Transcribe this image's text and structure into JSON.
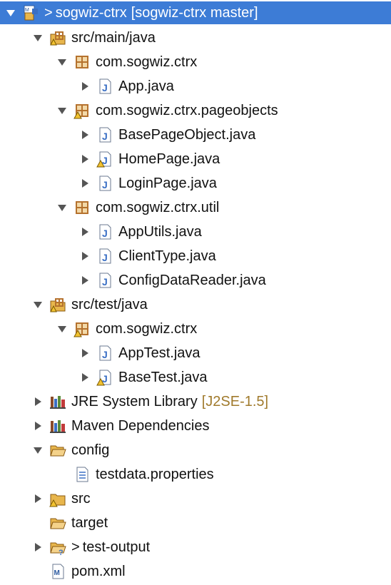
{
  "tree": {
    "project": {
      "prefix": ">",
      "label": "sogwiz-ctrx",
      "decor": "[sogwiz-ctrx master]"
    },
    "src_main_java": {
      "label": "src/main/java"
    },
    "pkg_ctrx": {
      "label": "com.sogwiz.ctrx"
    },
    "app_java": {
      "label": "App.java"
    },
    "pkg_pageobjects": {
      "label": "com.sogwiz.ctrx.pageobjects"
    },
    "basepageobject_java": {
      "label": "BasePageObject.java"
    },
    "homepage_java": {
      "label": "HomePage.java"
    },
    "loginpage_java": {
      "label": "LoginPage.java"
    },
    "pkg_util": {
      "label": "com.sogwiz.ctrx.util"
    },
    "apputils_java": {
      "label": "AppUtils.java"
    },
    "clienttype_java": {
      "label": "ClientType.java"
    },
    "configdatareader_java": {
      "label": "ConfigDataReader.java"
    },
    "src_test_java": {
      "label": "src/test/java"
    },
    "pkg_test_ctrx": {
      "label": "com.sogwiz.ctrx"
    },
    "apptest_java": {
      "label": "AppTest.java"
    },
    "basetest_java": {
      "label": "BaseTest.java"
    },
    "jre": {
      "label": "JRE System Library",
      "decor": "[J2SE-1.5]"
    },
    "maven": {
      "label": "Maven Dependencies"
    },
    "config": {
      "label": "config"
    },
    "testdata": {
      "label": "testdata.properties"
    },
    "src": {
      "label": "src"
    },
    "target": {
      "label": "target"
    },
    "test_output": {
      "prefix": ">",
      "label": "test-output"
    },
    "pom": {
      "label": "pom.xml"
    }
  },
  "colors": {
    "selection": "#3d7cd6",
    "decoration": "#a07a2c",
    "package": "#b5722e",
    "folder": "#e8b64c",
    "java_file": "#3a6fc4",
    "library": "#5a8a3a"
  }
}
